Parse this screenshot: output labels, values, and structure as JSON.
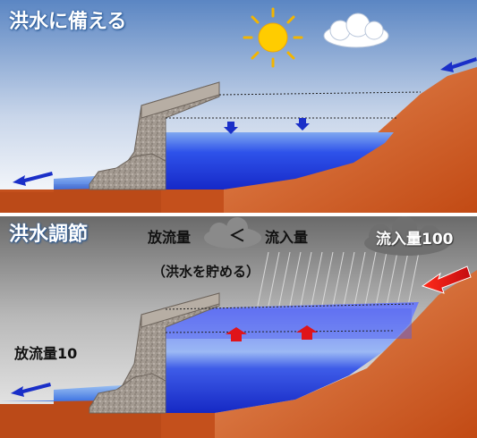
{
  "top_panel": {
    "title": "洪水に備える"
  },
  "bottom_panel": {
    "title": "洪水調節",
    "outflow_label": "放流量",
    "less_than": "＜",
    "inflow_label": "流入量",
    "storing_note": "（洪水を貯める）",
    "inflow_value_label": "流入量100",
    "outflow_value_label": "放流量10"
  },
  "colors": {
    "sky_top": "#5b86c3",
    "water": "#2440e0",
    "ground": "#c9521c",
    "dam": "#a89e94",
    "arrow_blue": "#1a2fc8",
    "arrow_red": "#e0141a"
  }
}
